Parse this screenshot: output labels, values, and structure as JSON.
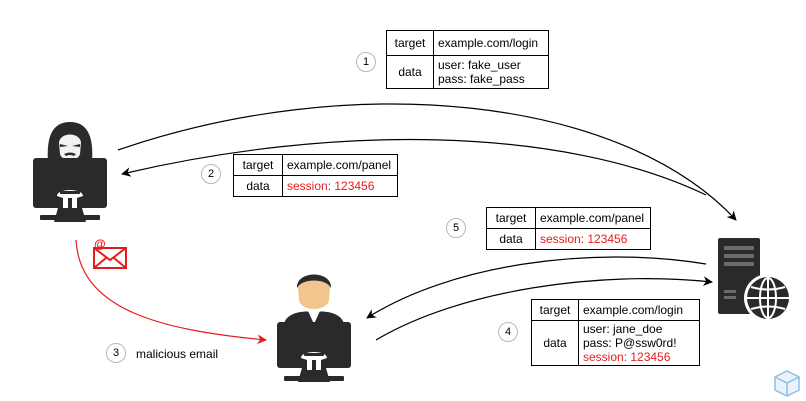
{
  "requests": [
    {
      "step": "1",
      "target_label": "target",
      "target": "example.com/login",
      "data_label": "data",
      "data_lines": [
        "user: fake_user",
        "pass: fake_pass"
      ]
    },
    {
      "step": "2",
      "target_label": "target",
      "target": "example.com/panel",
      "data_label": "data",
      "data_lines": [
        "session: 123456"
      ]
    },
    {
      "step": "5",
      "target_label": "target",
      "target": "example.com/panel",
      "data_label": "data",
      "data_lines": [
        "session: 123456"
      ]
    },
    {
      "step": "4",
      "target_label": "target",
      "target": "example.com/login",
      "data_label": "data",
      "data_lines": [
        "user: jane_doe",
        "pass: P@ssw0rd!",
        "session: 123456"
      ]
    }
  ],
  "email_step": {
    "step": "3",
    "label": "malicious email"
  },
  "colors": {
    "highlight": "#e61c1c",
    "line": "#000000",
    "device": "#2a2a2a"
  },
  "icons": [
    "hacker-icon",
    "victim-icon",
    "server-icon",
    "globe-icon",
    "email-icon",
    "cube-logo-icon"
  ]
}
